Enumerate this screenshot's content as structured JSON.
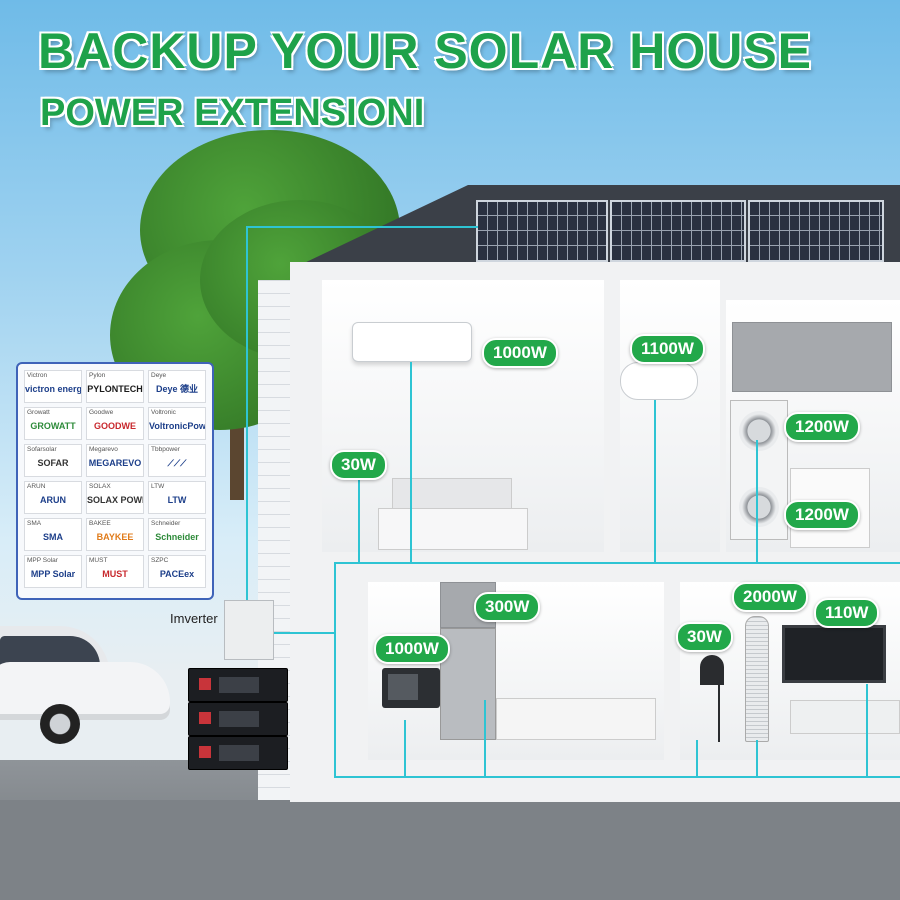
{
  "headline": {
    "line1": "BACKUP YOUR SOLAR HOUSE",
    "line2": "POWER EXTENSIONI"
  },
  "inverter_label": "Imverter",
  "appliance_loads": {
    "air_conditioner": "1000W",
    "water_heater": "1100W",
    "washer_top": "1200W",
    "washer_bottom": "1200W",
    "bedside_lamp": "30W",
    "microwave": "1000W",
    "refrigerator": "300W",
    "floor_lamp": "30W",
    "tower_fan": "2000W",
    "tv": "110W"
  },
  "compatible_brands": [
    {
      "name": "Victron",
      "logo": "victron energy"
    },
    {
      "name": "Pylon",
      "logo": "PYLONTECH"
    },
    {
      "name": "Deye",
      "logo": "Deye 德业"
    },
    {
      "name": "Growatt",
      "logo": "GROWATT"
    },
    {
      "name": "Goodwe",
      "logo": "GOODWE"
    },
    {
      "name": "Voltronic",
      "logo": "VoltronicPower"
    },
    {
      "name": "Sofarsolar",
      "logo": "SOFAR"
    },
    {
      "name": "Megarevo",
      "logo": "MEGAREVO"
    },
    {
      "name": "Tbbpower",
      "logo": "⟋⟋⟋"
    },
    {
      "name": "ARUN",
      "logo": "ARUN"
    },
    {
      "name": "SOLAX",
      "logo": "SOLAX POWER"
    },
    {
      "name": "LTW",
      "logo": "LTW"
    },
    {
      "name": "SMA",
      "logo": "SMA"
    },
    {
      "name": "BAKEE",
      "logo": "BAYKEE"
    },
    {
      "name": "Schneider",
      "logo": "Schneider"
    },
    {
      "name": "MPP Solar",
      "logo": "MPP Solar"
    },
    {
      "name": "MUST",
      "logo": "MUST"
    },
    {
      "name": "SZPC",
      "logo": "PACEex"
    }
  ],
  "colors": {
    "headline_green": "#1ea24a",
    "label_green": "#22a84a",
    "wire_cyan": "#2ec4d3",
    "brand_border": "#3f63b8"
  }
}
